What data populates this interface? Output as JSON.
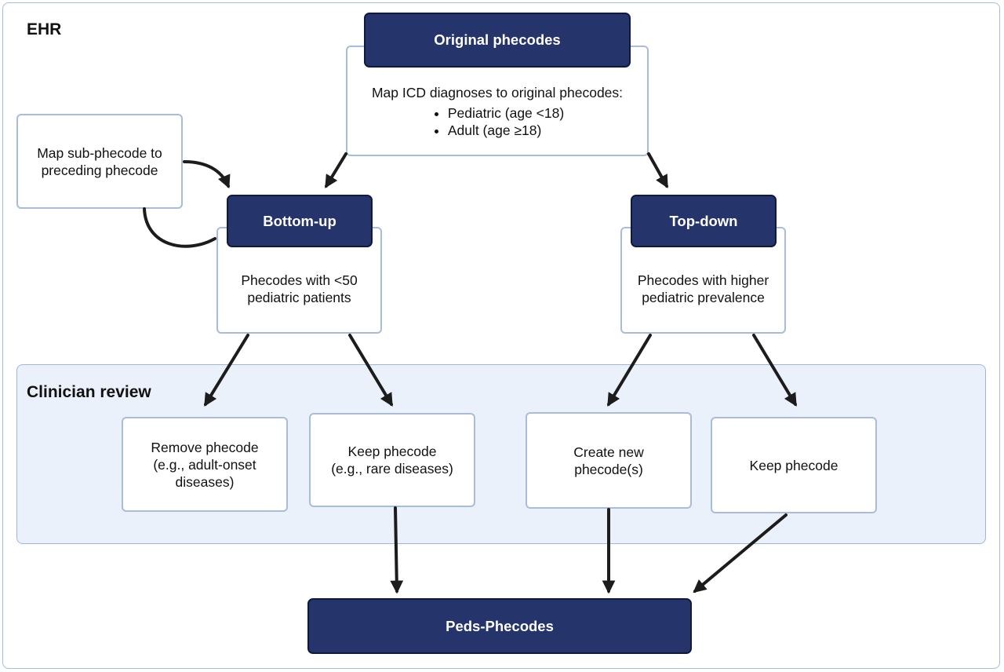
{
  "ehr_label": "EHR",
  "clinician_review_label": "Clinician review",
  "original": {
    "title": "Original phecodes",
    "text": "Map ICD diagnoses to original phecodes:",
    "bullets": [
      "Pediatric (age <18)",
      "Adult (age ≥18)"
    ]
  },
  "sub_phecode": {
    "line1": "Map sub-phecode to",
    "line2": "preceding phecode"
  },
  "bottom_up": {
    "title": "Bottom-up",
    "line1": "Phecodes with <50",
    "line2": "pediatric patients"
  },
  "top_down": {
    "title": "Top-down",
    "line1": "Phecodes with higher",
    "line2": "pediatric prevalence"
  },
  "outcomes": {
    "remove": {
      "line1": "Remove phecode",
      "line2": "(e.g., adult-onset",
      "line3": "diseases)"
    },
    "keep_rare": {
      "line1": "Keep phecode",
      "line2": "(e.g., rare diseases)"
    },
    "create_new": {
      "line1": "Create new",
      "line2": "phecode(s)"
    },
    "keep": {
      "line1": "Keep phecode"
    }
  },
  "final": {
    "title": "Peds-Phecodes"
  },
  "colors": {
    "header_fill": "#25346b",
    "box_border": "#a9bcd9",
    "review_fill": "#eaf1fa",
    "arrow": "#1c1c1c"
  }
}
